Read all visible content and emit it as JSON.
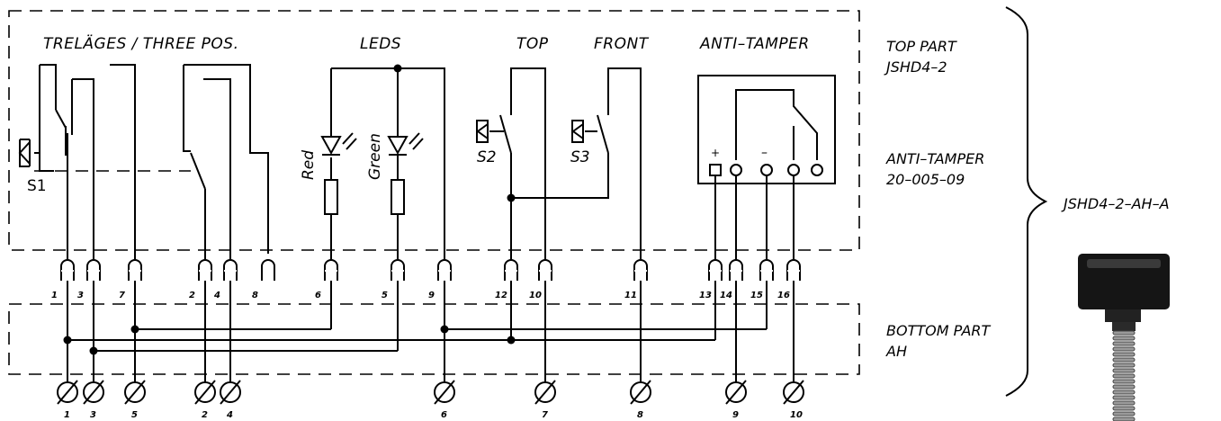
{
  "top": {
    "three_pos": "TRELÄGES / THREE POS.",
    "leds": "LEDS",
    "top": "TOP",
    "front": "FRONT",
    "anti_tamper": "ANTI–TAMPER"
  },
  "components": {
    "s1": "S1",
    "s2": "S2",
    "s3": "S3",
    "red": "Red",
    "green": "Green",
    "plus": "+",
    "minus": "–"
  },
  "side": {
    "top_part_1": "TOP PART",
    "top_part_2": "JSHD4–2",
    "anti_tamper_1": "ANTI–TAMPER",
    "anti_tamper_2": "20–005–09",
    "bottom_part_1": "BOTTOM PART",
    "bottom_part_2": "AH",
    "assembly": "JSHD4–2–AH–A"
  },
  "connector_pins": [
    "1",
    "3",
    "7",
    "2",
    "4",
    "8",
    "6",
    "5",
    "9",
    "12",
    "10",
    "11",
    "13",
    "14",
    "15",
    "16"
  ],
  "terminals": [
    "1",
    "3",
    "5",
    "2",
    "4",
    "6",
    "7",
    "8",
    "9",
    "10"
  ],
  "photo": {
    "icon": "cable-connector-photo"
  }
}
